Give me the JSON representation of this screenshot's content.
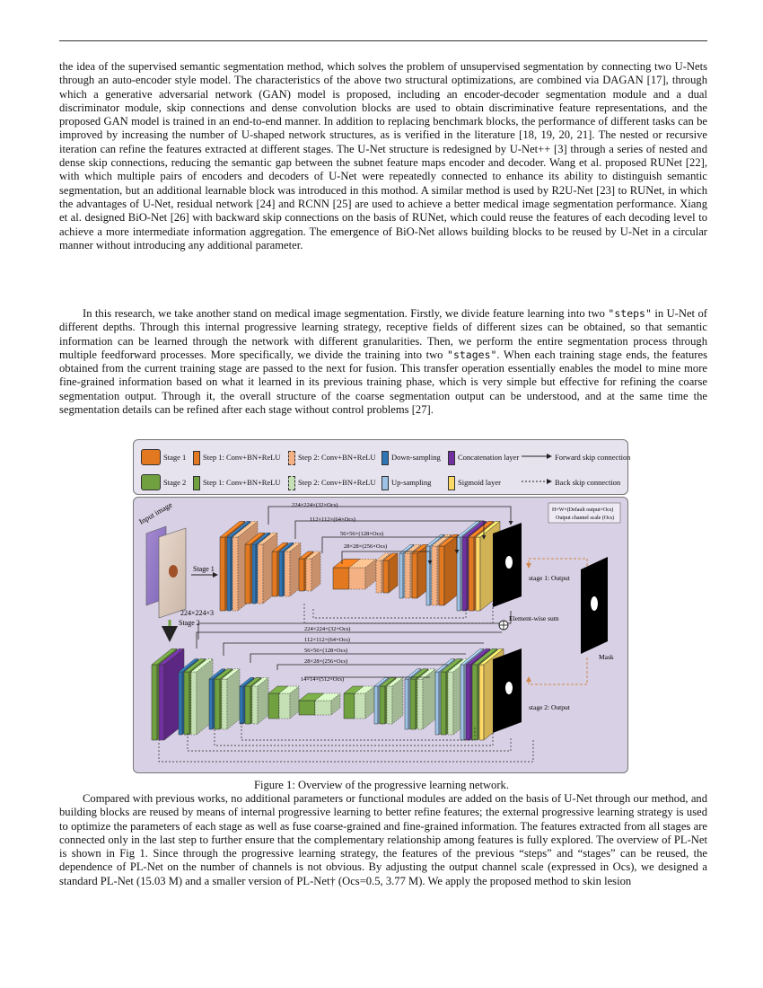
{
  "page": {
    "para1": "the idea of the supervised semantic segmentation method, which solves the problem of unsupervised segmentation by connecting two U-Nets through an auto-encoder style model. The characteristics of the above two structural optimizations, are combined via DAGAN [17], through which a generative adversarial network (GAN) model is proposed, including an encoder-decoder segmentation module and a dual discriminator module, skip connections and dense convolution blocks are used to obtain discriminative feature representations, and the proposed GAN model is trained in an end-to-end manner. In addition to replacing benchmark blocks, the performance of different tasks can be improved by increasing the number of U-shaped network structures, as is verified in the literature [18, 19, 20, 21]. The nested or recursive iteration can refine the features extracted at different stages. The U-Net structure is redesigned by U-Net++ [3] through a series of nested and dense skip connections, reducing the semantic gap between the subnet feature maps encoder and decoder. Wang et al. proposed RUNet [22], with which multiple pairs of encoders and decoders of U-Net were repeatedly connected to enhance its ability to distinguish semantic segmentation, but an additional learnable block was introduced in this mothod. A similar method is used by R2U-Net [23] to RUNet, in which the advantages of U-Net, residual network [24] and RCNN [25] are used to achieve a better medical image segmentation performance. Xiang et al. designed BiO-Net [26] with backward skip connections on the basis of RUNet, which could reuse the features of each decoding level to achieve a more intermediate information aggregation. The emergence of BiO-Net allows building blocks to be reused by U-Net in a circular manner without introducing any additional parameter.",
    "para2_a": "In this research, we take another stand on medical image segmentation. Firstly, we divide feature learning into two ",
    "para2_steps": "\"steps\"",
    "para2_b": " in U-Net of different depths. Through this internal progressive learning strategy, receptive fields of different sizes can be obtained, so that semantic information can be learned through the network with different granularities. Then, we perform the entire segmentation process through multiple feedforward processes. More specifically, we divide the training into two ",
    "para2_stages": "\"stages\"",
    "para2_c": ". When each training stage ends, the features obtained from the current training stage are passed to the next for fusion. This transfer operation essentially enables the model to mine more fine-grained information based on what it learned in its previous training phase, which is very simple but effective for refining the coarse segmentation output. Through it, the overall structure of the coarse segmentation output can be understood, and at the same time the segmentation details can be refined after each stage without control problems [27].",
    "caption": "Figure 1: Overview of the progressive learning network.",
    "para3": "Compared with previous works, no additional parameters or functional modules are added on the basis of U-Net through our method, and building blocks are reused by means of internal progressive learning to better refine features; the external progressive learning strategy is used to optimize the parameters of each stage as well as fuse coarse-grained and fine-grained information. The features extracted from all stages are connected only in the last step to further ensure that the complementary relationship among features is fully explored. The overview of PL-Net is shown in Fig 1. Since through the progressive learning strategy, the features of the previous “steps” and “stages” can be reused, the dependence of PL-Net on the number of channels is not obvious. By adjusting the output channel scale (expressed in Ocs), we designed a standard PL-Net (15.03 M) and a smaller version of PL-Net† (Ocs=0.5, 3.77 M). We apply the proposed method to skin lesion"
  },
  "figure": {
    "legend": {
      "stage1": "Stage 1",
      "stage2": "Stage 2",
      "step1_s1": "Step 1: Conv+BN+ReLU",
      "step2_s1": "Step 2: Conv+BN+ReLU",
      "step1_s2": "Step 1: Conv+BN+ReLU",
      "step2_s2": "Step 2: Conv+BN+ReLU",
      "down": "Down-sampling",
      "up": "Up-sampling",
      "concat": "Concatenation layer",
      "sigmoid": "Sigmoid layer",
      "forward": "Forward skip connection",
      "back": "Back skip connection"
    },
    "labels": {
      "input_image": "Input image",
      "input_size": "224×224×3",
      "stage1": "Stage 1",
      "stage2": "Stage 2",
      "hxw_note": "H×W×(Default output×Ocs)",
      "ocs_note": "Output channel scale (Ocs)",
      "s1_224": "224×224×(32×Ocs)",
      "s1_112": "112×112×(64×Ocs)",
      "s1_56": "56×56×(128×Ocs)",
      "s1_28": "28×28×(256×Ocs)",
      "s2_224": "224×224×(32×Ocs)",
      "s2_112": "112×112×(64×Ocs)",
      "s2_56": "56×56×(128×Ocs)",
      "s2_28": "28×28×(256×Ocs)",
      "s2_14": "14×14×(512×Ocs)",
      "stage1_output": "stage 1: Output",
      "stage2_output": "stage 2: Output",
      "elementwise": "Element-wise sum",
      "mask": "Mask"
    },
    "colors": {
      "stage1": "#e2781f",
      "stage1_light": "#f4b183",
      "stage2": "#70a040",
      "stage2_light": "#c5e0b4",
      "down": "#2e75b6",
      "up": "#9dc3e6",
      "concat": "#7030a0",
      "sigmoid": "#ffd966"
    }
  }
}
